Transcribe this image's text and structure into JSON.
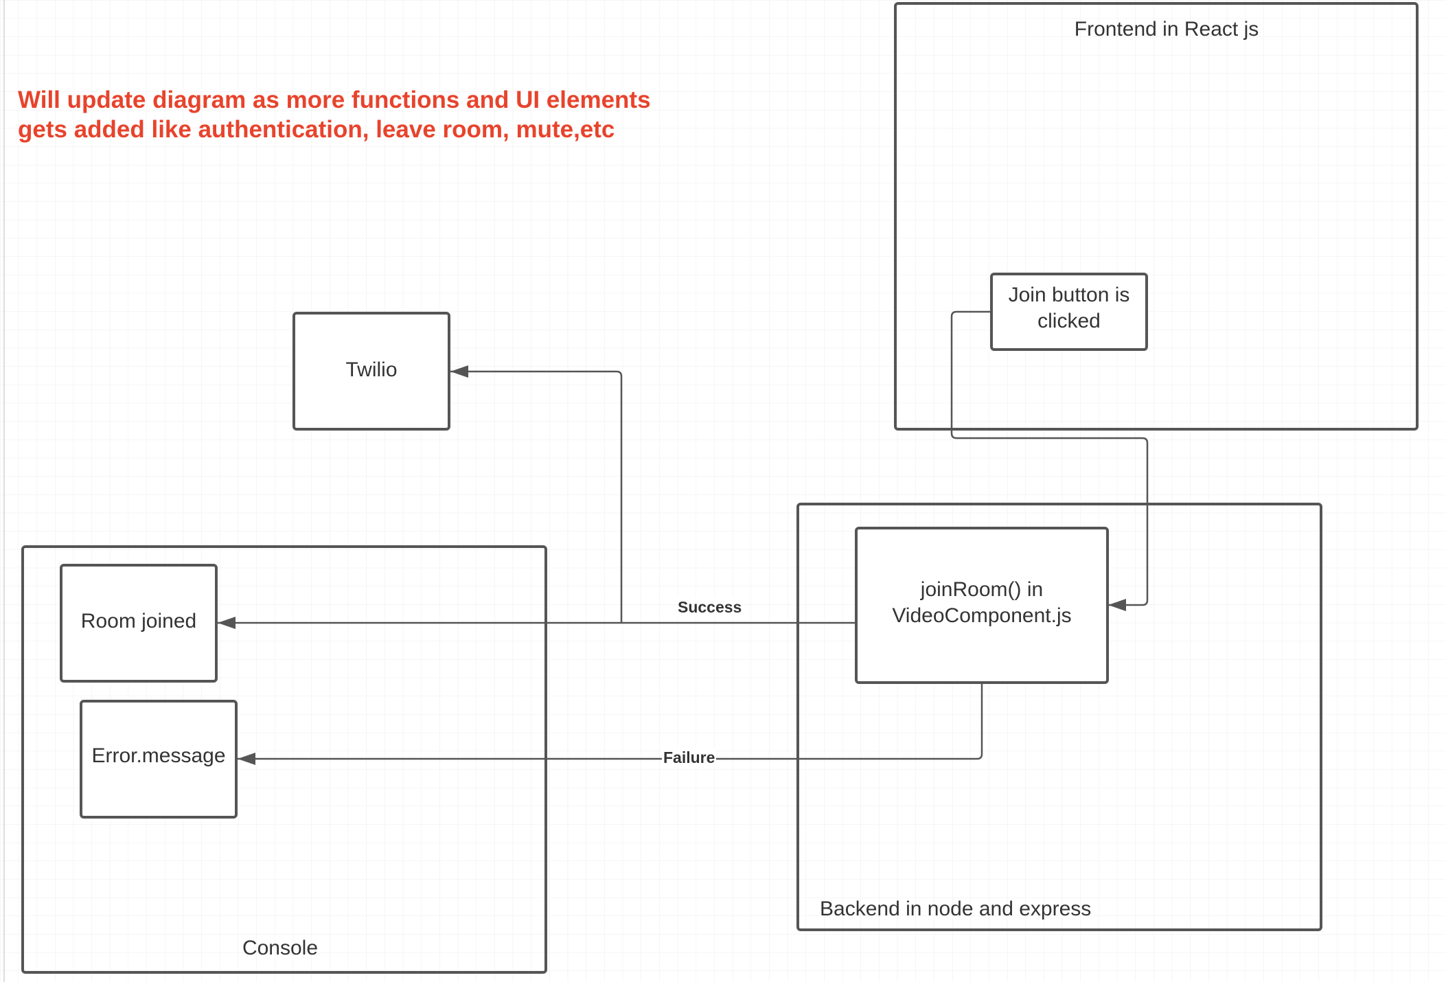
{
  "note": {
    "line1": "Will update diagram as more functions and UI elements",
    "line2": "gets added like authentication, leave room, mute,etc",
    "color": "#e8432c"
  },
  "containers": {
    "frontend": {
      "label": "Frontend in React js"
    },
    "backend": {
      "label": "Backend in node and express"
    },
    "console": {
      "label": "Console"
    }
  },
  "nodes": {
    "join_button": {
      "line1": "Join button is",
      "line2": "clicked"
    },
    "twilio": {
      "label": "Twilio"
    },
    "join_room": {
      "line1": "joinRoom() in",
      "line2": "VideoComponent.js"
    },
    "room_joined": {
      "label": "Room joined"
    },
    "error_message": {
      "label": "Error.message"
    }
  },
  "edges": {
    "success": {
      "label": "Success"
    },
    "failure": {
      "label": "Failure"
    }
  },
  "colors": {
    "stroke": "#555555",
    "grid": "#e9e9e9",
    "text": "#333333"
  }
}
